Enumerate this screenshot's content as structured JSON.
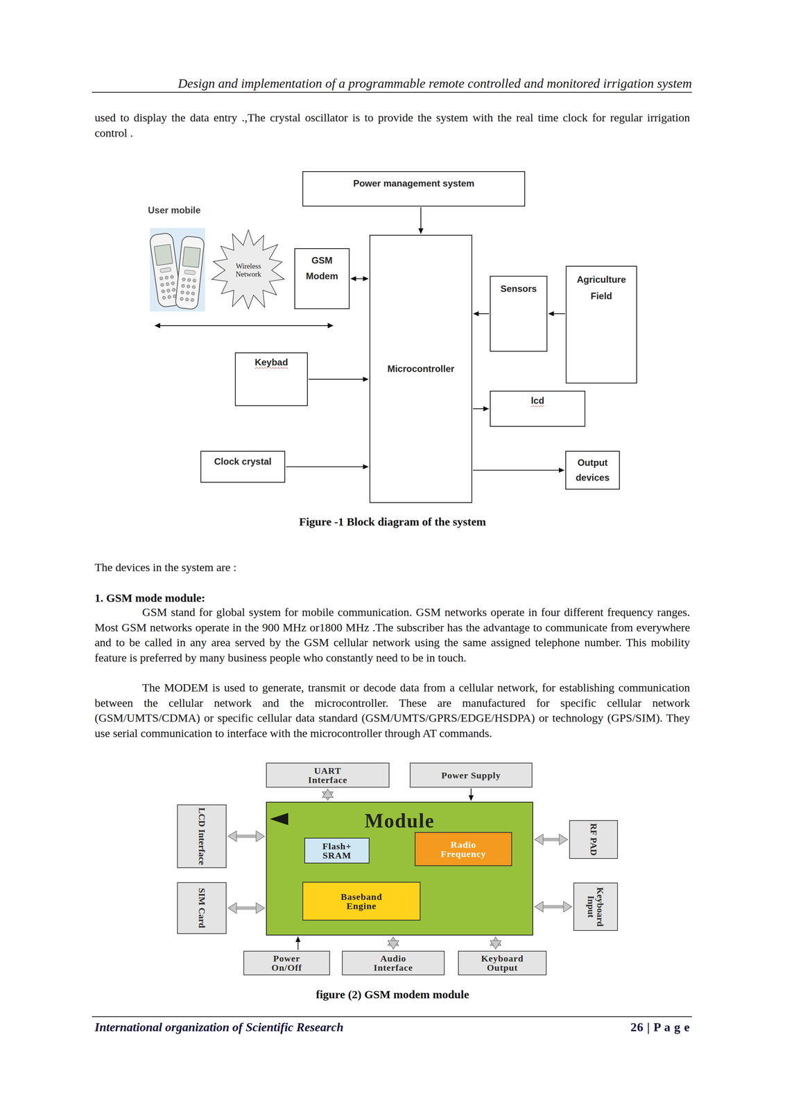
{
  "diagram": {
    "nodes": [
      {
        "text": [
          "Power management system"
        ]
      },
      {
        "text": [
          "Wireless Network"
        ]
      },
      {
        "text": [
          "GSM Modem"
        ]
      },
      {
        "text": [
          "Microcontroller"
        ]
      },
      {
        "text": [
          "Sensors"
        ]
      },
      {
        "text": [
          "Agriculture Field"
        ]
      },
      {
        "text": [
          "Keybad"
        ]
      },
      {
        "text": [
          "lcd"
        ]
      },
      {
        "text": [
          "Clock crystal"
        ]
      },
      {
        "text": [
          "Output devices"
        ]
      },
      {
        "text": [
          "UART Interface"
        ]
      },
      {
        "text": [
          "Power Supply"
        ]
      },
      {
        "text": [
          "LCD Interface"
        ]
      },
      {
        "text": [
          "Module"
        ]
      },
      {
        "text": [
          "Flash+ SRAM"
        ],
        "in": 13
      },
      {
        "text": [
          "Radio Frequency"
        ],
        "in": 13
      },
      {
        "text": [
          "Baseband Engine"
        ],
        "in": 13
      },
      {
        "text": [
          "SIM Card"
        ]
      },
      {
        "text": [
          "RF PAD"
        ]
      },
      {
        "text": [
          "Keyboard Input"
        ]
      },
      {
        "text": [
          "Power On/Off"
        ]
      },
      {
        "text": [
          "Audio Interface"
        ]
      },
      {
        "text": [
          "Keyboard Output"
        ]
      }
    ],
    "edges": [
      {
        "from": 0,
        "to": 3,
        "arrow": "to"
      },
      {
        "from": 2,
        "to": 3,
        "arrow": "both"
      },
      {
        "from": 5,
        "to": 4,
        "arrow": "to"
      },
      {
        "from": 4,
        "to": 3,
        "arrow": "to"
      },
      {
        "from": 6,
        "to": 3,
        "arrow": "to"
      },
      {
        "from": 3,
        "to": 7,
        "arrow": "to"
      },
      {
        "from": 8,
        "to": 3,
        "arrow": "to"
      },
      {
        "from": 3,
        "to": 9,
        "arrow": "to"
      },
      {
        "from": 10,
        "to": 13,
        "arrow": "both"
      },
      {
        "from": 11,
        "to": 13,
        "arrow": "to"
      },
      {
        "from": 12,
        "to": 13,
        "arrow": "both"
      },
      {
        "from": 17,
        "to": 13,
        "arrow": "both"
      },
      {
        "from": 18,
        "to": 13,
        "arrow": "both"
      },
      {
        "from": 19,
        "to": 13,
        "arrow": "both"
      },
      {
        "from": 20,
        "to": 13,
        "arrow": "to"
      },
      {
        "from": 21,
        "to": 13,
        "arrow": "both"
      },
      {
        "from": 22,
        "to": 13,
        "arrow": "both"
      },
      {
        "from": 14,
        "to": 16,
        "arrow": "both"
      },
      {
        "from": 16,
        "to": 15,
        "arrow": "to"
      }
    ],
    "labels": [
      "Design and implementation of a programmable remote controlled and monitored irrigation system",
      "used to display the data entry .,The crystal oscillator is to provide the system with the real time clock for regular irrigation control .",
      "User mobile",
      "Figure -1 Block diagram of the system",
      "The devices in the system are :",
      "1. GSM mode module:",
      "GSM stand for global system for mobile communication. GSM networks operate in four different frequency ranges. Most GSM networks operate in the 900 MHz or1800 MHz .The subscriber has the advantage to communicate from everywhere and to be called in any area served by the GSM cellular network using the same assigned telephone number. This mobility feature is preferred by many business people who constantly need to be in touch.",
      "The MODEM is used to generate, transmit or decode data from a cellular network, for establishing communication between the cellular network and the microcontroller. These are manufactured for specific cellular network (GSM/UMTS/CDMA) or specific cellular data standard (GSM/UMTS/GPRS/EDGE/HSDPA) or technology (GPS/SIM). They use serial communication to interface with the microcontroller through AT commands.",
      "figure (2) GSM modem module",
      "International organization of Scientific Research",
      "26 | P a g e"
    ]
  }
}
